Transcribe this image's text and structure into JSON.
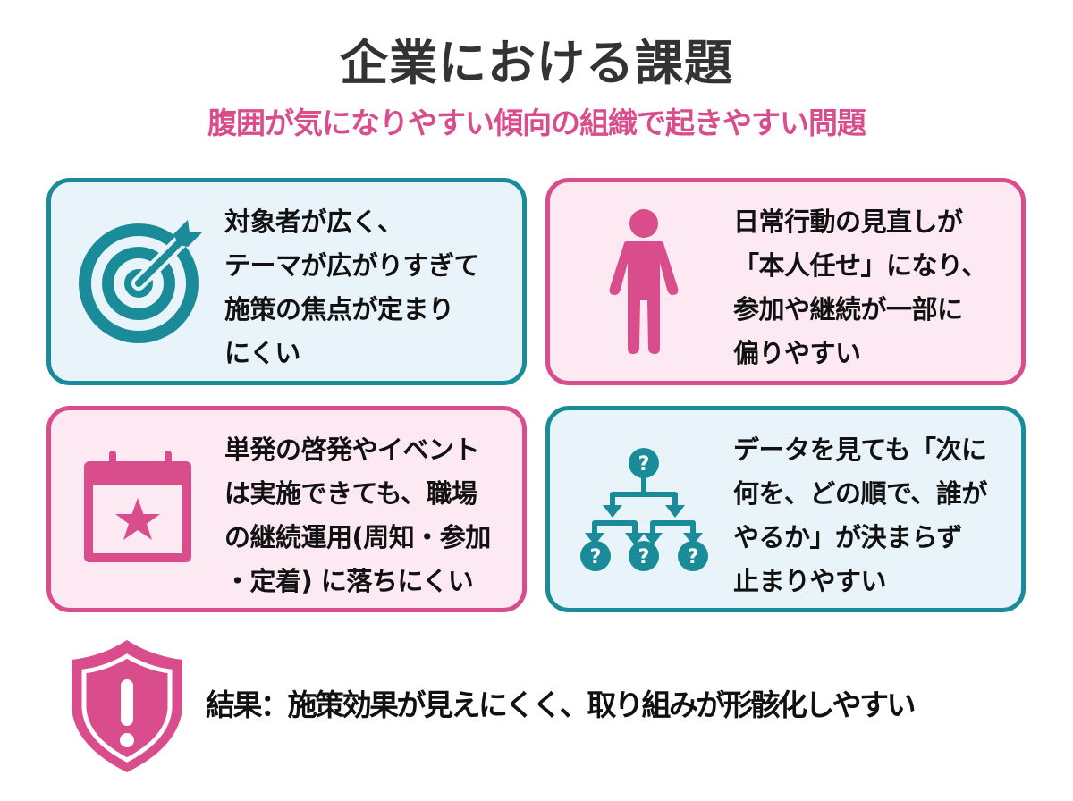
{
  "header": {
    "title": "企業における課題",
    "subtitle": "腹囲が気になりやすい傾向の組織で起きやすい問題"
  },
  "colors": {
    "teal": "#1a8c99",
    "teal_bg": "#e8f4f9",
    "pink": "#d94d8c",
    "pink_bg": "#fce9f2",
    "title": "#333333",
    "text": "#111111"
  },
  "cards": [
    {
      "icon": "target-icon",
      "theme": "teal",
      "lines": [
        "対象者が広く、",
        "テーマが広がりすぎて",
        "施策の焦点が定まり",
        "にくい"
      ]
    },
    {
      "icon": "person-icon",
      "theme": "pink",
      "lines": [
        "日常行動の見直しが",
        "「本人任せ」になり、",
        "参加や継続が一部に",
        "偏りやすい"
      ]
    },
    {
      "icon": "calendar-star-icon",
      "theme": "pink",
      "lines": [
        "単発の啓発やイベント",
        "は実施できても、職場",
        "の継続運用(周知・参加",
        "・定着) に落ちにくい"
      ]
    },
    {
      "icon": "decision-tree-icon",
      "theme": "teal",
      "lines": [
        "データを見ても「次に",
        "何を、どの順で、誰が",
        "やるか」が決まらず",
        "止まりやすい"
      ]
    }
  ],
  "result": {
    "icon": "warning-shield-icon",
    "text": "結果：施策効果が見えにくく、取り組みが形骸化しやすい"
  },
  "tree": {
    "glyph": "?"
  }
}
